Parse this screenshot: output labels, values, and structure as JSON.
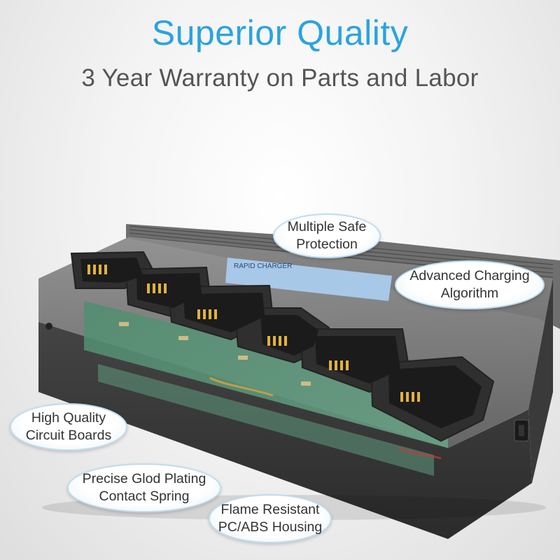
{
  "header": {
    "title": "Superior Quality",
    "subtitle": "3 Year Warranty on Parts and Labor"
  },
  "product": {
    "label_text": "RAPID CHARGER"
  },
  "callouts": [
    {
      "id": "multiple-safe-protection",
      "line1": "Multiple Safe",
      "line2": "Protection"
    },
    {
      "id": "advanced-charging-algorithm",
      "line1": "Advanced Charging",
      "line2": "Algorithm"
    },
    {
      "id": "high-quality-circuit-boards",
      "line1": "High Quality",
      "line2": "Circuit Boards"
    },
    {
      "id": "precise-plating-contact-spring",
      "line1": "Precise Glod Plating",
      "line2": "Contact Spring"
    },
    {
      "id": "flame-resistant-housing",
      "line1": "Flame Resistant",
      "line2": "PC/ABS Housing"
    }
  ],
  "colors": {
    "title": "#2aa3e0",
    "subtitle": "#555555",
    "bubble_border": "#bfdcef",
    "board": "#5f9a7e"
  }
}
